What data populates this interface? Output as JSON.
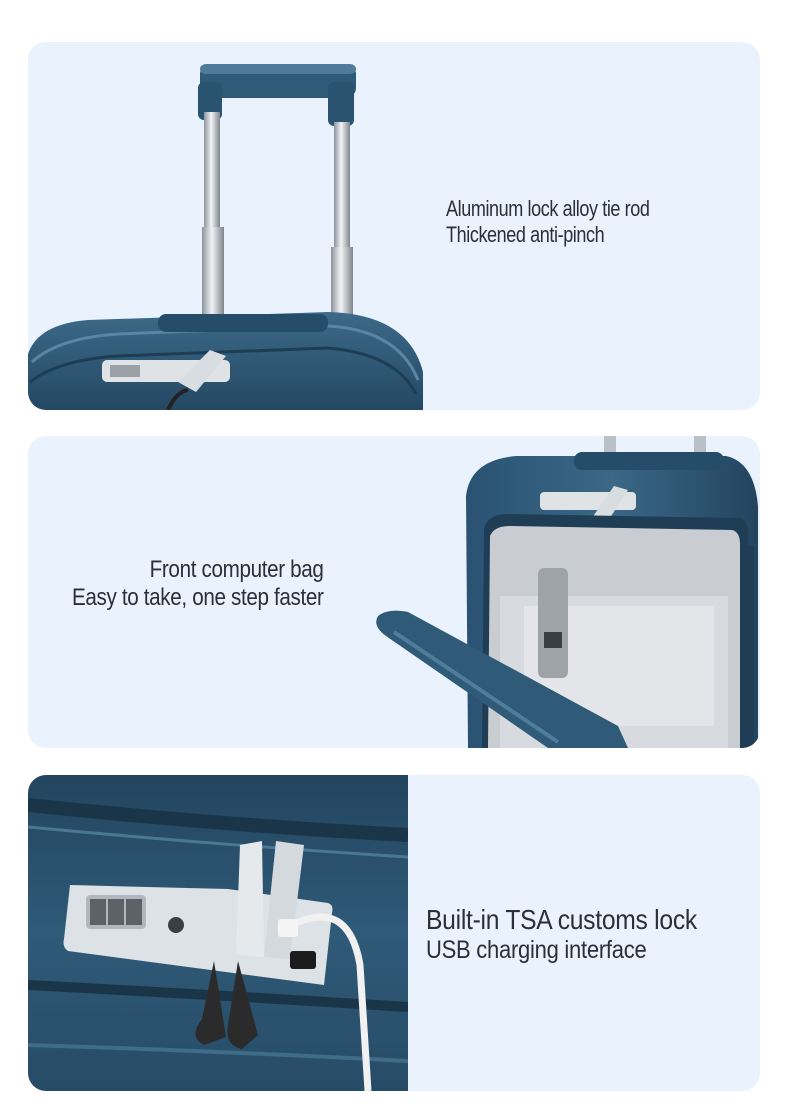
{
  "sections": [
    {
      "lines": [
        "Aluminum lock alloy tie rod",
        "Thickened anti-pinch"
      ]
    },
    {
      "lines": [
        "Front computer bag",
        "Easy to take, one step faster"
      ]
    },
    {
      "lines": [
        "Built-in TSA customs lock",
        "USB charging interface"
      ]
    }
  ],
  "colors": {
    "panel_bg": "#eaf3fd",
    "suitcase": "#2f5a78",
    "text": "#2b2f36"
  },
  "icons": [
    "trolley-handle-image",
    "front-laptop-pocket-image",
    "tsa-lock-usb-image"
  ]
}
